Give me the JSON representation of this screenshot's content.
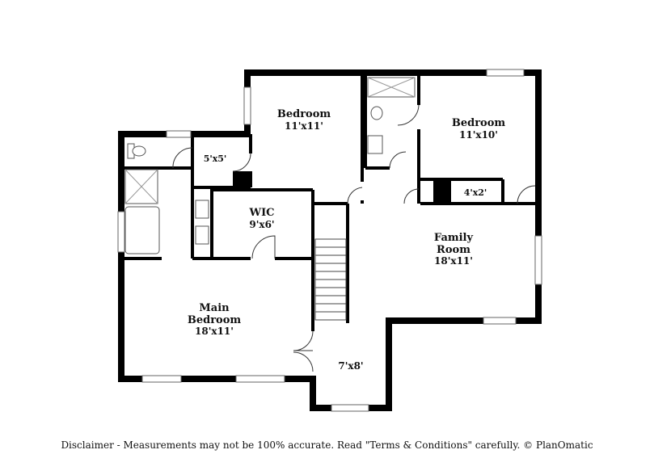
{
  "rooms": {
    "bedroom_top": {
      "name": "Bedroom",
      "dims": "11'x11'"
    },
    "bedroom_right": {
      "name": "Bedroom",
      "dims": "11'x10'"
    },
    "closet_small": {
      "dims": "5'x5'"
    },
    "closet_linen": {
      "dims": "4'x2'"
    },
    "wic": {
      "name": "WIC",
      "dims": "9'x6'"
    },
    "family": {
      "name_line1": "Family",
      "name_line2": "Room",
      "dims": "18'x11'"
    },
    "main": {
      "name_line1": "Main",
      "name_line2": "Bedroom",
      "dims": "18'x11'"
    },
    "landing": {
      "dims": "7'x8'"
    }
  },
  "disclaimer": "Disclaimer - Measurements may not be 100% accurate. Read \"Terms & Conditions\" carefully. © PlanOmatic"
}
